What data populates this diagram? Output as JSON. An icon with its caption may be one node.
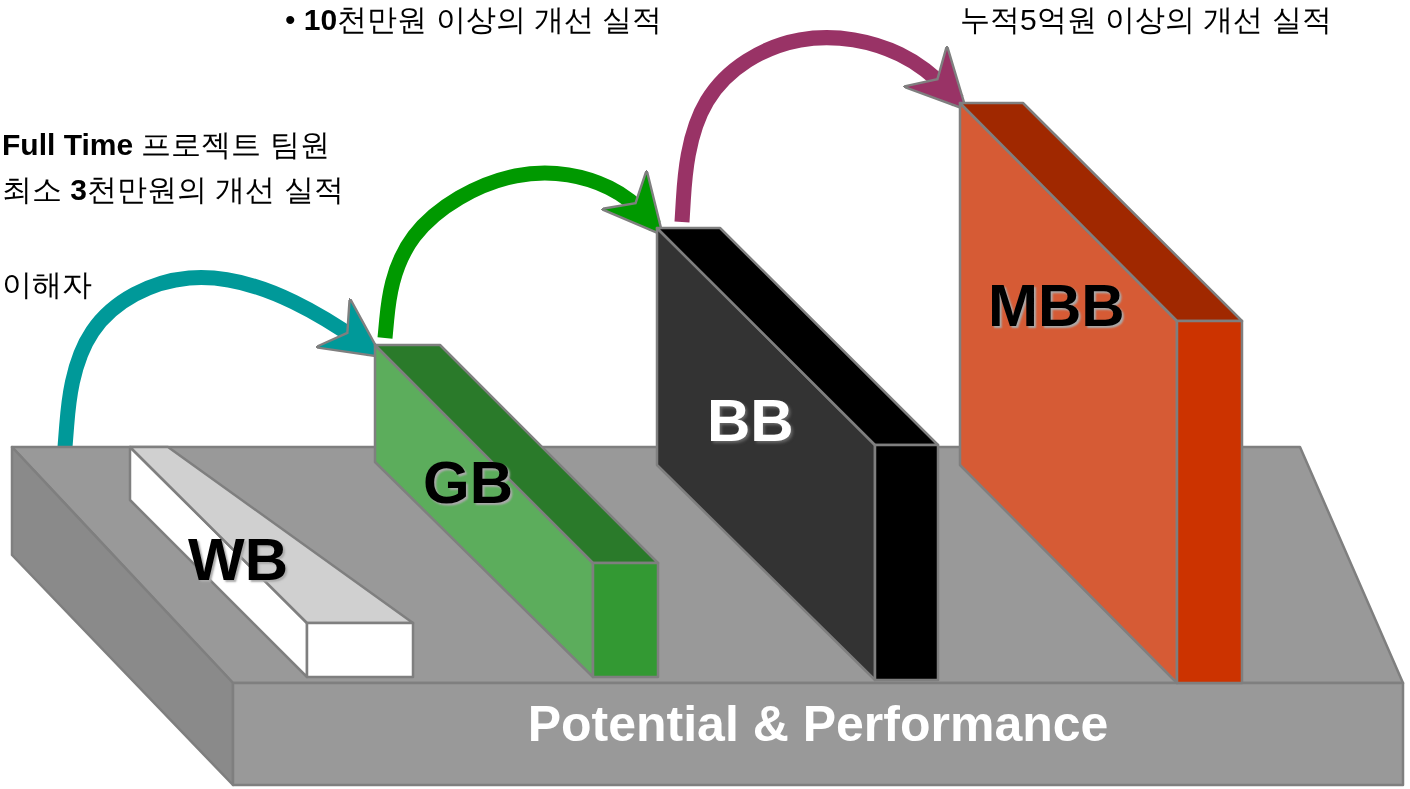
{
  "diagram": {
    "nodes": [
      {
        "text": [
          "Potential & Performance"
        ]
      },
      {
        "text": [
          "WB"
        ],
        "in": 0
      },
      {
        "text": [
          "GB"
        ]
      },
      {
        "text": [
          "BB"
        ]
      },
      {
        "text": [
          "MBB"
        ]
      }
    ],
    "edges": [
      {
        "from": 0,
        "to": 2,
        "arrow": "to",
        "color": "#009999"
      },
      {
        "from": 2,
        "to": 3,
        "arrow": "to",
        "color": "#009900"
      },
      {
        "from": 3,
        "to": 4,
        "arrow": "to",
        "color": "#993366"
      }
    ],
    "labels": [
      "• **10**천만원 이상의 개선 실적",
      "누적5억원 이상의 개선 실적",
      "**Full Time** 프로젝트 팀원",
      "최소 **3**천만원의 개선 실적",
      "이해자"
    ]
  }
}
